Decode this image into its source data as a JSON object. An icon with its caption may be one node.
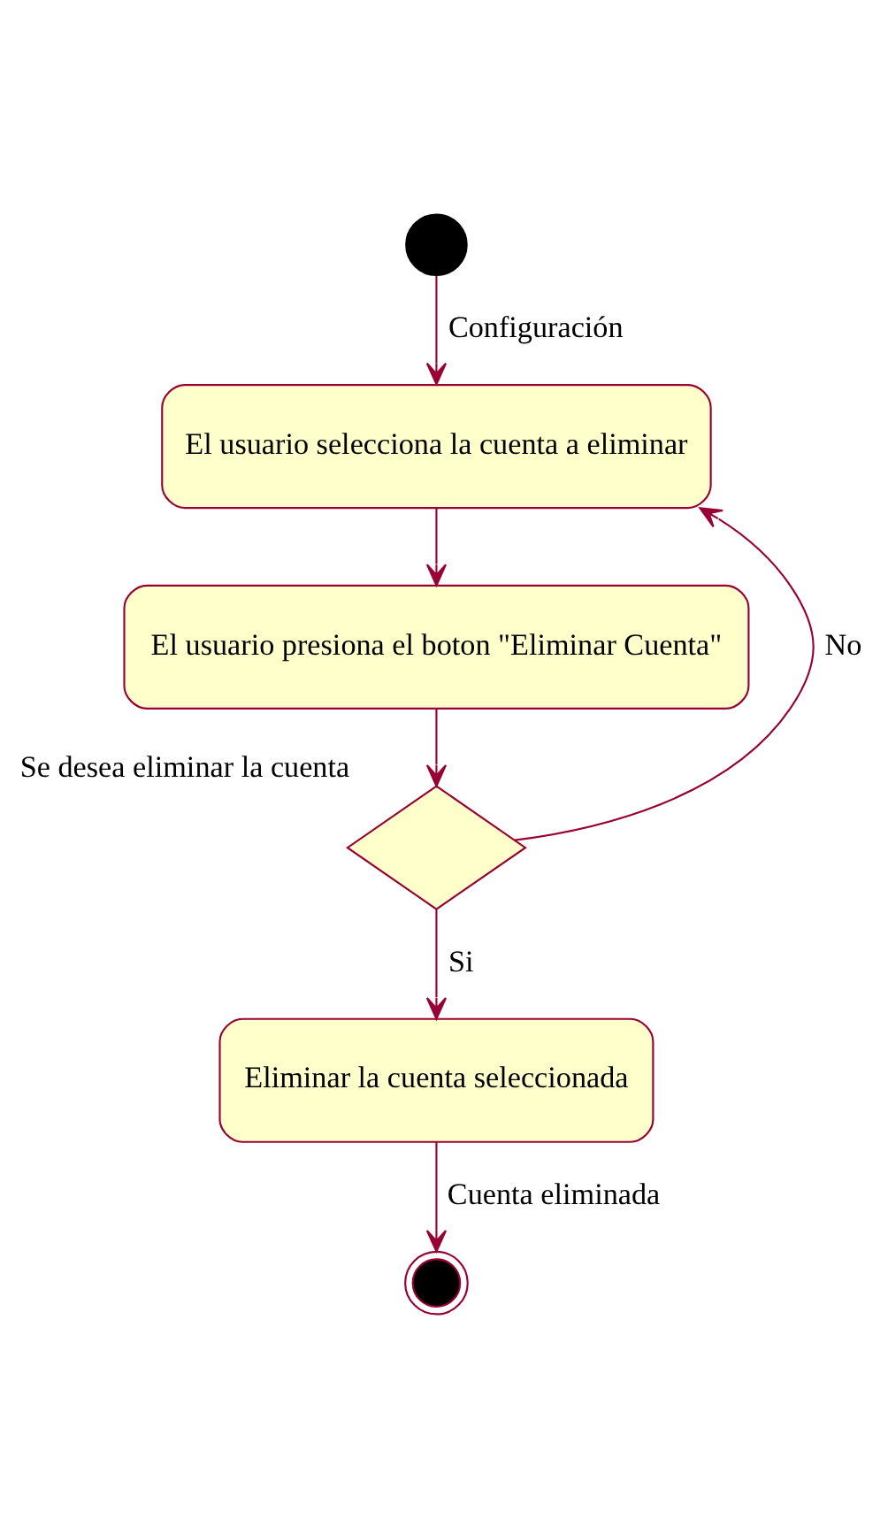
{
  "diagram": {
    "nodes": [
      {
        "text": [],
        "shape": "circle"
      },
      {
        "text": [
          "El usuario selecciona la cuenta a eliminar"
        ]
      },
      {
        "text": [
          "El usuario presiona el boton \"Eliminar Cuenta\""
        ]
      },
      {
        "text": [],
        "shape": "diamond",
        "beside": [
          "Se desea eliminar la cuenta"
        ]
      },
      {
        "text": [
          "Eliminar la cuenta seleccionada"
        ]
      },
      {
        "text": [],
        "shape": "bullseye"
      }
    ],
    "edges": [
      {
        "from": 0,
        "to": 1,
        "arrow": "to",
        "label": "Configuración"
      },
      {
        "from": 1,
        "to": 2,
        "arrow": "to"
      },
      {
        "from": 2,
        "to": 3,
        "arrow": "to"
      },
      {
        "from": 3,
        "to": 1,
        "arrow": "to",
        "label": "No"
      },
      {
        "from": 3,
        "to": 4,
        "arrow": "to",
        "label": "Si"
      },
      {
        "from": 4,
        "to": 5,
        "arrow": "to",
        "label": "Cuenta eliminada"
      }
    ]
  }
}
